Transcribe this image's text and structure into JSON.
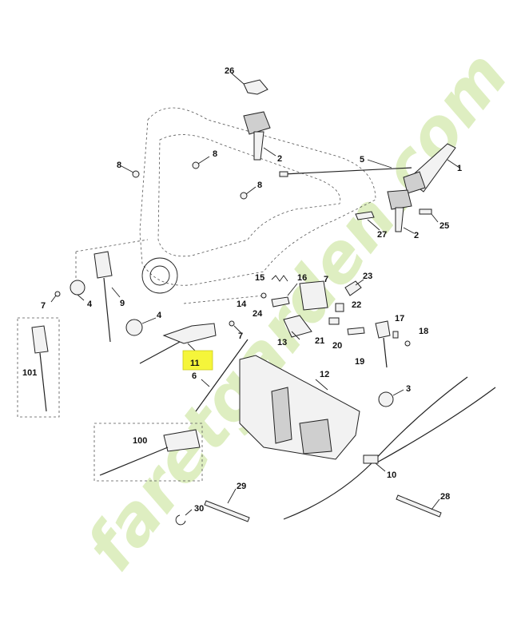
{
  "callouts": {
    "c1": "1",
    "c2a": "2",
    "c2b": "2",
    "c3": "3",
    "c4a": "4",
    "c4b": "4",
    "c5": "5",
    "c6": "6",
    "c7a": "7",
    "c7b": "7",
    "c7c": "7",
    "c8a": "8",
    "c8b": "8",
    "c8c": "8",
    "c9": "9",
    "c10": "10",
    "c11": "11",
    "c12": "12",
    "c13": "13",
    "c14": "14",
    "c15": "15",
    "c16": "16",
    "c17": "17",
    "c18": "18",
    "c19": "19",
    "c20": "20",
    "c21": "21",
    "c22": "22",
    "c23": "23",
    "c24": "24",
    "c25": "25",
    "c26": "26",
    "c27": "27",
    "c28": "28",
    "c29": "29",
    "c30": "30",
    "c100": "100",
    "c101": "101"
  },
  "highlight": {
    "label": "11",
    "color": "#f5f53a"
  },
  "watermark": {
    "text": "faretgarden.com",
    "color": "#d9ecb7"
  },
  "colors": {
    "line": "#222222",
    "watermark": "#d9ecb7",
    "highlight": "#f5f53a"
  }
}
